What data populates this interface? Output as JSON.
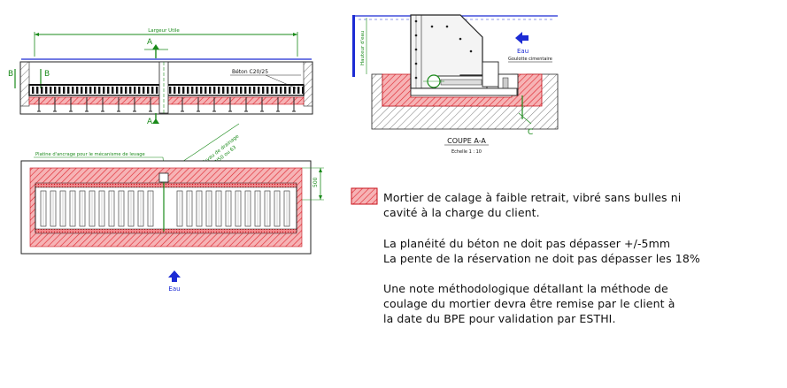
{
  "labels": {
    "largeur_utile": "Largeur Utile",
    "section_a_top": "A",
    "section_a_bottom": "A",
    "section_b_left": "B",
    "section_b_right": "B",
    "beton": "Béton C20/25",
    "platine": "Platine d'ancrage pour le mécanisme de levage",
    "tuyau_drainage_1": "Tuyau de drainage",
    "tuyau_drainage_2": "DN50 ou 63",
    "dim_500": "500",
    "eau_plan": "Eau",
    "hauteur_eau": "Hauteur d'eau",
    "eau_section": "Eau",
    "goulotte": "Goulotte cimentaire",
    "section_c": "C",
    "coupe_title": "COUPE A-A",
    "echelle": "Echelle 1 : 10"
  },
  "notes": {
    "legend_line1": "Mortier de calage à faible retrait, vibré sans bulles ni",
    "legend_line2": "cavité à la charge du client.",
    "planeite": "La planéité du béton ne doit pas dépasser +/-5mm",
    "pente": "La pente de la réservation ne doit pas dépasser les 18%",
    "methodo_line1": "Une note méthodologique détallant la méthode de",
    "methodo_line2": "coulage du mortier devra être remise par le client à",
    "methodo_line3": "la date du BPE pour validation par ESTHI."
  },
  "colors": {
    "mortar": "#e8474d",
    "water": "#1c2bd4",
    "dimension": "#1a8a1a",
    "line": "#222222"
  }
}
